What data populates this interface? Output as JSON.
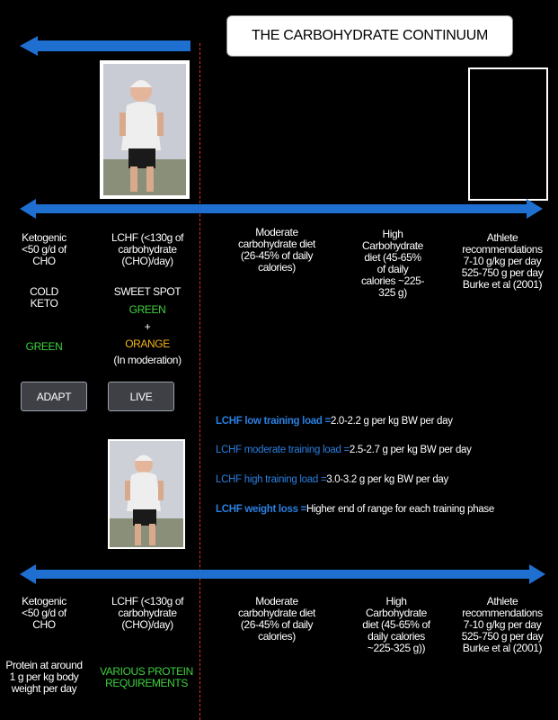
{
  "title": "THE CARBOHYDRATE CONTINUUM",
  "top": {
    "labels": {
      "ketogenic": [
        "Ketogenic",
        "<50 g/d of",
        "CHO"
      ],
      "lchf": [
        "LCHF (<130g of",
        "carbohydrate",
        "(CHO)/day)"
      ],
      "moderate": [
        "Moderate",
        "carbohydrate diet",
        "(26-45% of daily",
        "calories)"
      ],
      "high": [
        "High",
        "Carbohydrate",
        "diet (45-65%",
        "of daily",
        "calories ~225-",
        "325 g)"
      ],
      "athlete": [
        "Athlete",
        "recommendations",
        "7-10 g/kg per day",
        "525-750 g per day",
        "Burke et al (2001)"
      ]
    },
    "cold_keto": [
      "COLD",
      "KETO"
    ],
    "green_left": "GREEN",
    "sweet_spot": "SWEET SPOT",
    "green_mid": "GREEN",
    "plus": "+",
    "orange": "ORANGE",
    "moderation": "(In moderation)"
  },
  "buttons": {
    "adapt": "ADAPT",
    "live": "LIVE"
  },
  "rules": [
    {
      "label": "LCHF low training load =",
      "value": "2.0-2.2 g per kg BW per day",
      "bold": true
    },
    {
      "label": "LCHF moderate training load =",
      "value": "2.5-2.7 g per kg BW per day",
      "bold": false
    },
    {
      "label": "LCHF high training load =",
      "value": "3.0-3.2 g per kg BW per day",
      "bold": false
    },
    {
      "label": "LCHF weight loss  =",
      "value": "Higher end of range for each training phase",
      "bold": true
    }
  ],
  "bottom": {
    "labels": {
      "ketogenic": [
        "Ketogenic",
        "<50 g/d of",
        "CHO"
      ],
      "lchf": [
        "LCHF (<130g of",
        "carbohydrate",
        "(CHO)/day)"
      ],
      "moderate": [
        "Moderate",
        "carbohydrate diet",
        "(26-45% of daily",
        "calories)"
      ],
      "high": [
        "High",
        "Carbohydrate",
        "diet (45-65% of",
        "daily calories",
        "~225-325 g))"
      ],
      "athlete": [
        "Athlete",
        "recommendations",
        "7-10 g/kg per day",
        "525-750 g per day",
        "Burke et al (2001)"
      ]
    },
    "protein": [
      "Protein at around",
      "1 g per kg body",
      "weight per day"
    ],
    "various": [
      "VARIOUS PROTEIN",
      "REQUIREMENTS"
    ]
  },
  "colors": {
    "arrow": "#1e6fd0",
    "divider": "#e0302a",
    "green": "#3ed23e",
    "orange": "#f2b51a",
    "rule_label": "#2a7fe0"
  }
}
